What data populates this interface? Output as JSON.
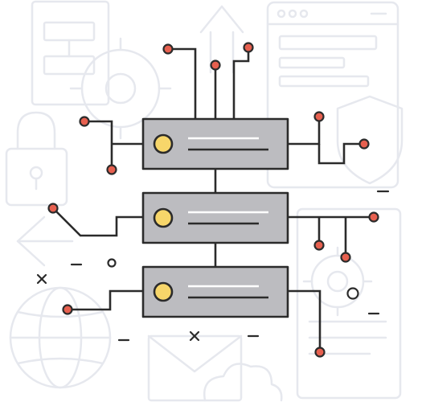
{
  "colors": {
    "background": "#ffffff",
    "background_sketch": "#e6e8ee",
    "outline": "#2b2b2b",
    "server_body": "#bcbcc0",
    "server_led": "#f7d66a",
    "server_bar": "#ffffff",
    "node_red": "#e7604f",
    "decor_mark": "#2b2b2b"
  },
  "icons": {
    "background": [
      "browser-window-icon",
      "sitemap-icon",
      "upload-arrow-icon",
      "gear-icon",
      "shield-icon",
      "padlock-icon",
      "globe-icon",
      "envelope-icon",
      "cloud-icon",
      "document-icon"
    ],
    "servers": [
      "server-unit-icon",
      "server-unit-icon",
      "server-unit-icon"
    ],
    "decor": [
      "x-mark",
      "small-circle",
      "dash"
    ]
  }
}
